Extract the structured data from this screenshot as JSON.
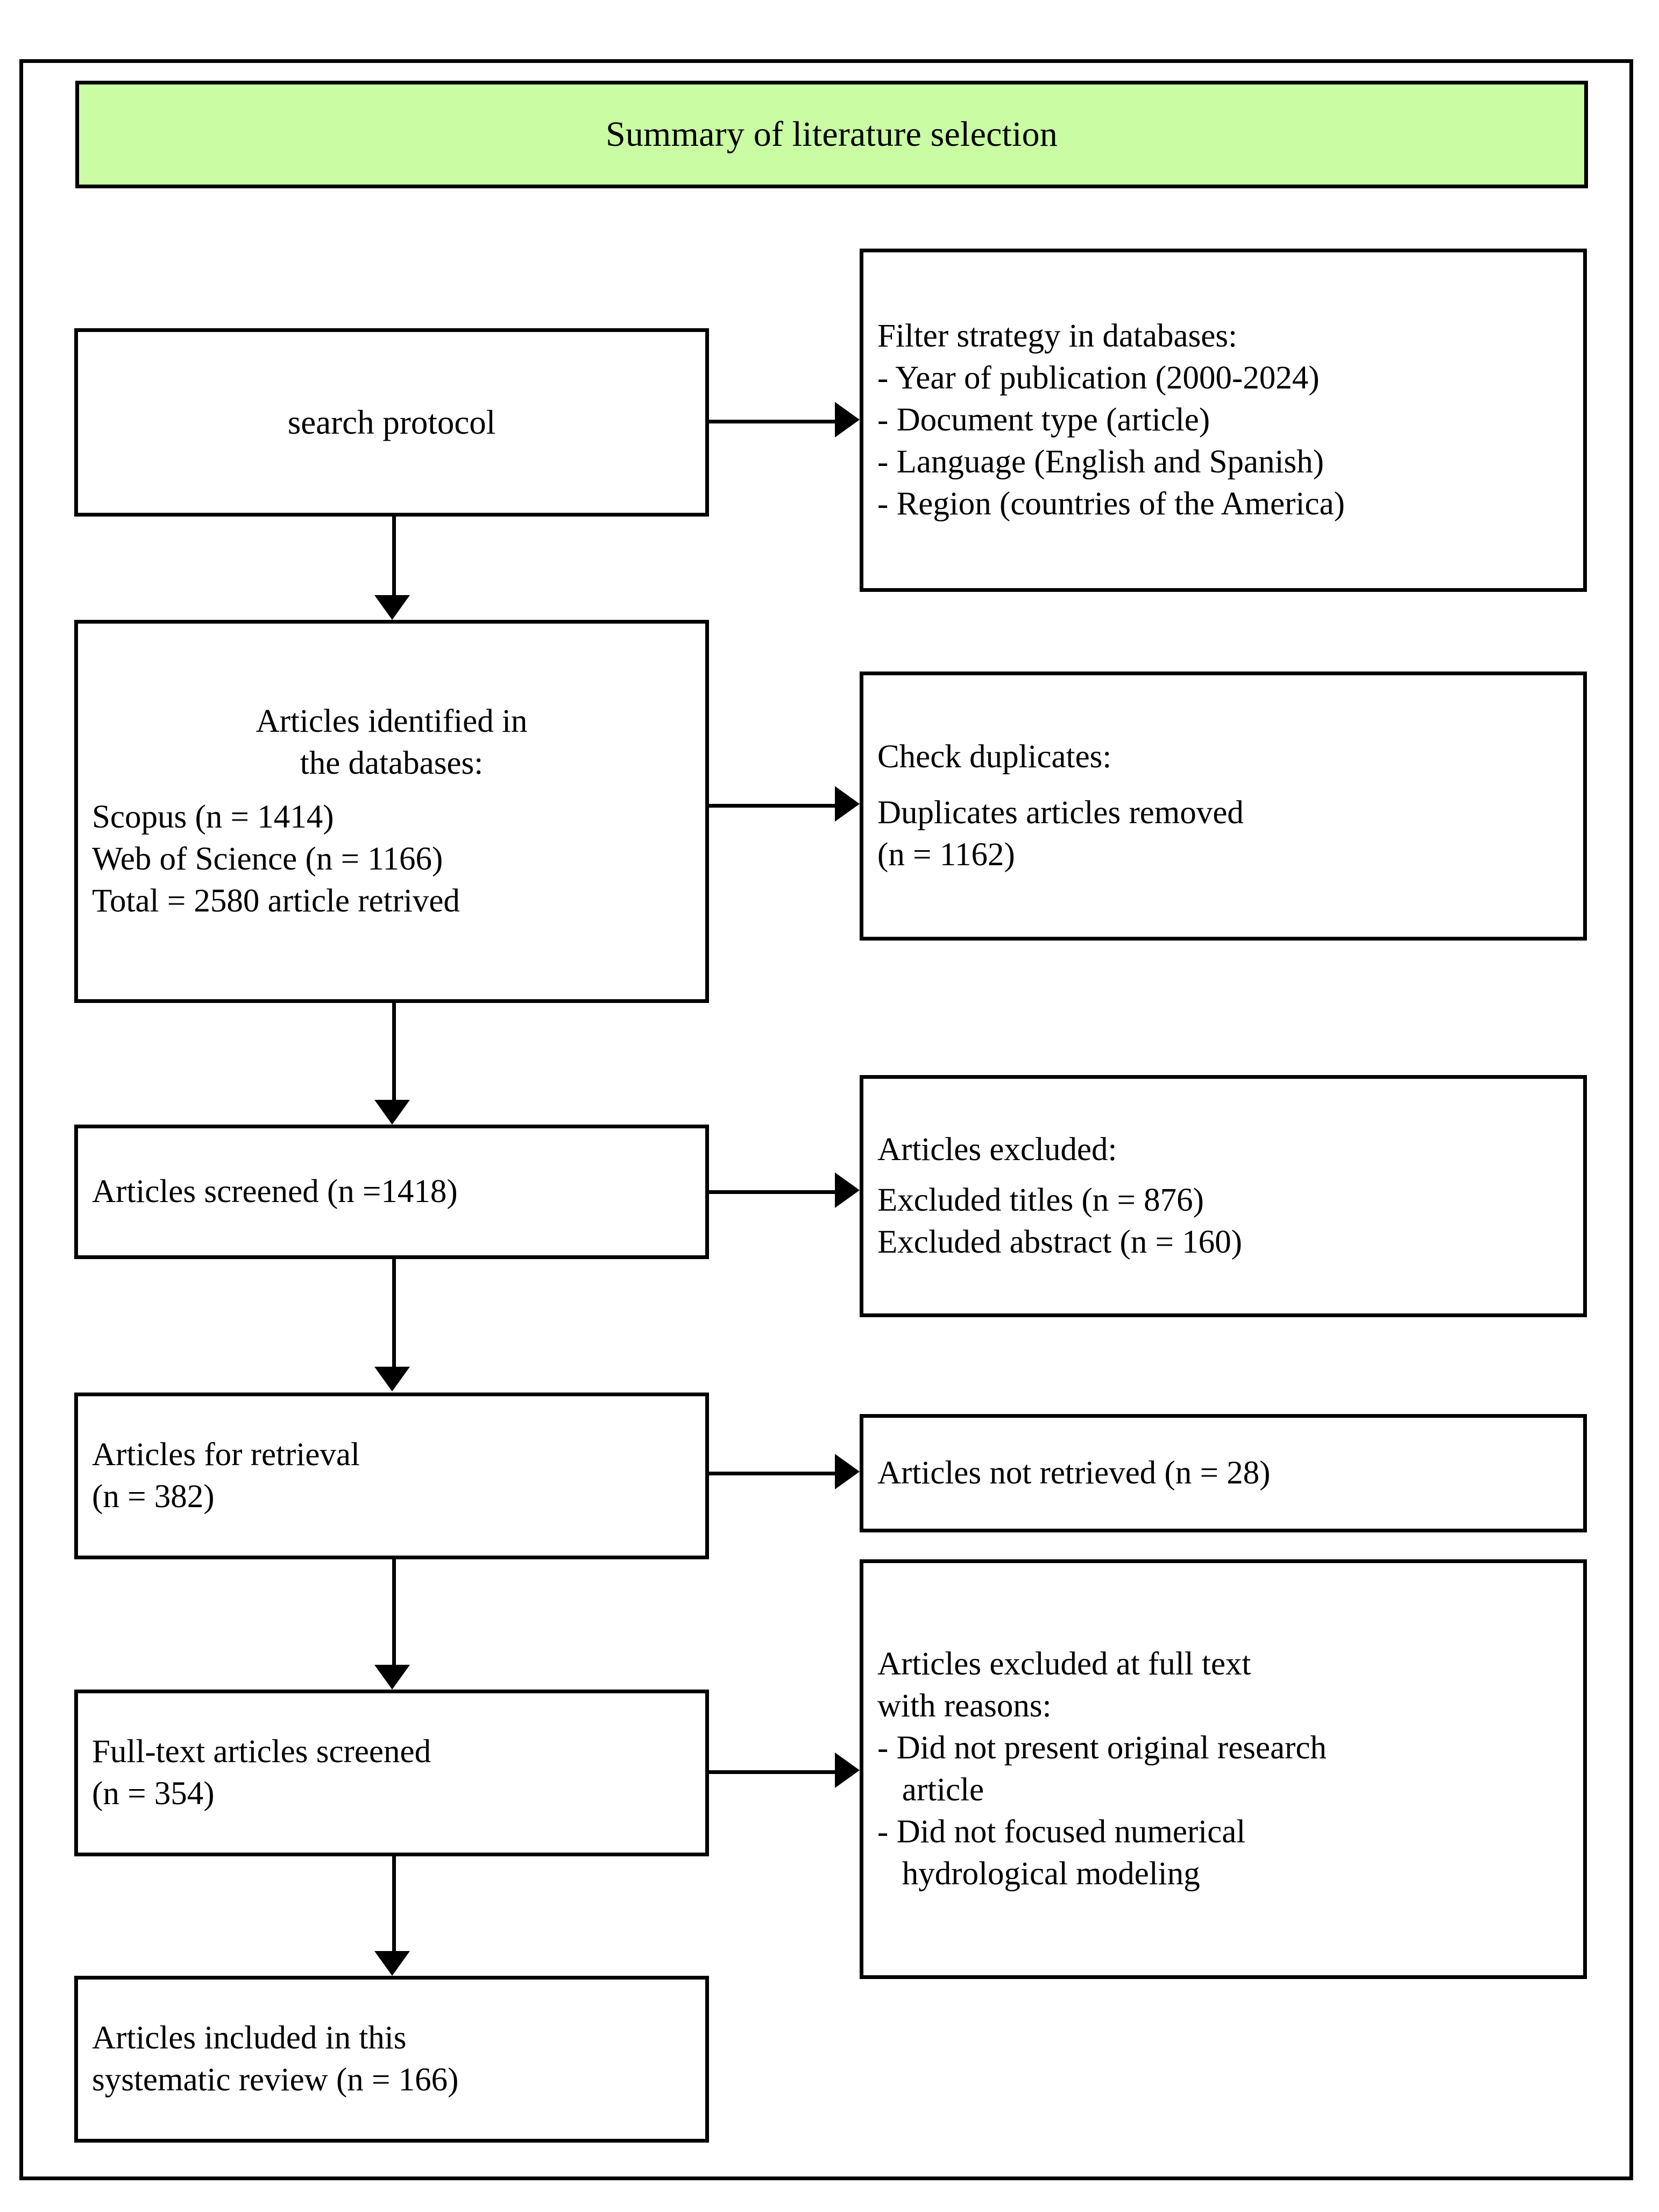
{
  "figure": {
    "title": "Summary of literature selection",
    "title_bg_color": "#c9fca3",
    "border_color": "#000000",
    "background_color": "#ffffff"
  },
  "nodes": {
    "search_protocol": {
      "lines": [
        "search protocol"
      ]
    },
    "filter_strategy": {
      "lines": [
        "Filter strategy in databases:",
        "- Year of publication (2000-2024)",
        "- Document type (article)",
        "- Language (English and Spanish)",
        "- Region (countries of the America)"
      ]
    },
    "identified": {
      "header_lines": [
        "Articles identified in",
        "the databases:"
      ],
      "lines": [
        "Scopus (n = 1414)",
        "Web of Science (n = 1166)",
        "Total = 2580 article retrived"
      ]
    },
    "duplicates": {
      "lines": [
        "Check duplicates:",
        "Duplicates articles removed",
        "(n = 1162)"
      ]
    },
    "screened": {
      "lines": [
        "Articles screened (n =1418)"
      ]
    },
    "excluded": {
      "lines": [
        "Articles excluded:",
        "Excluded titles (n = 876)",
        "Excluded abstract (n = 160)"
      ]
    },
    "for_retrieval": {
      "lines": [
        "Articles for retrieval",
        "(n = 382)"
      ]
    },
    "not_retrieved": {
      "lines": [
        "Articles not retrieved (n = 28)"
      ]
    },
    "fulltext_screened": {
      "lines": [
        "Full-text articles screened",
        "(n = 354)"
      ]
    },
    "excluded_fulltext": {
      "lines": [
        "Articles excluded at full text",
        "with reasons:",
        "- Did not present original research",
        "   article",
        "- Did not focused numerical",
        "   hydrological modeling"
      ]
    },
    "included": {
      "lines": [
        "Articles included in this",
        "systematic review (n = 166)"
      ]
    }
  },
  "chart_data": {
    "type": "diagram",
    "diagram_kind": "PRISMA flow diagram",
    "title": "Summary of literature selection",
    "counts": {
      "scopus": 1414,
      "web_of_science": 1166,
      "total_retrieved": 2580,
      "duplicates_removed": 1162,
      "screened": 1418,
      "excluded_titles": 876,
      "excluded_abstract": 160,
      "for_retrieval": 382,
      "not_retrieved": 28,
      "fulltext_screened": 354,
      "included": 166
    },
    "filters": {
      "year_of_publication": "2000-2024",
      "document_type": "article",
      "language": "English and Spanish",
      "region": "countries of the America"
    },
    "exclusion_reasons": [
      "Did not present original research article",
      "Did not focused numerical hydrological modeling"
    ],
    "flow": [
      {
        "from": "search protocol",
        "to": "Filter strategy in databases",
        "direction": "right"
      },
      {
        "from": "search protocol",
        "to": "Articles identified in the databases",
        "direction": "down"
      },
      {
        "from": "Articles identified in the databases",
        "to": "Check duplicates",
        "direction": "right"
      },
      {
        "from": "Articles identified in the databases",
        "to": "Articles screened",
        "direction": "down"
      },
      {
        "from": "Articles screened",
        "to": "Articles excluded",
        "direction": "right"
      },
      {
        "from": "Articles screened",
        "to": "Articles for retrieval",
        "direction": "down"
      },
      {
        "from": "Articles for retrieval",
        "to": "Articles not retrieved",
        "direction": "right"
      },
      {
        "from": "Articles for retrieval",
        "to": "Full-text articles screened",
        "direction": "down"
      },
      {
        "from": "Full-text articles screened",
        "to": "Articles excluded at full text with reasons",
        "direction": "right"
      },
      {
        "from": "Full-text articles screened",
        "to": "Articles included in this systematic review",
        "direction": "down"
      }
    ]
  }
}
